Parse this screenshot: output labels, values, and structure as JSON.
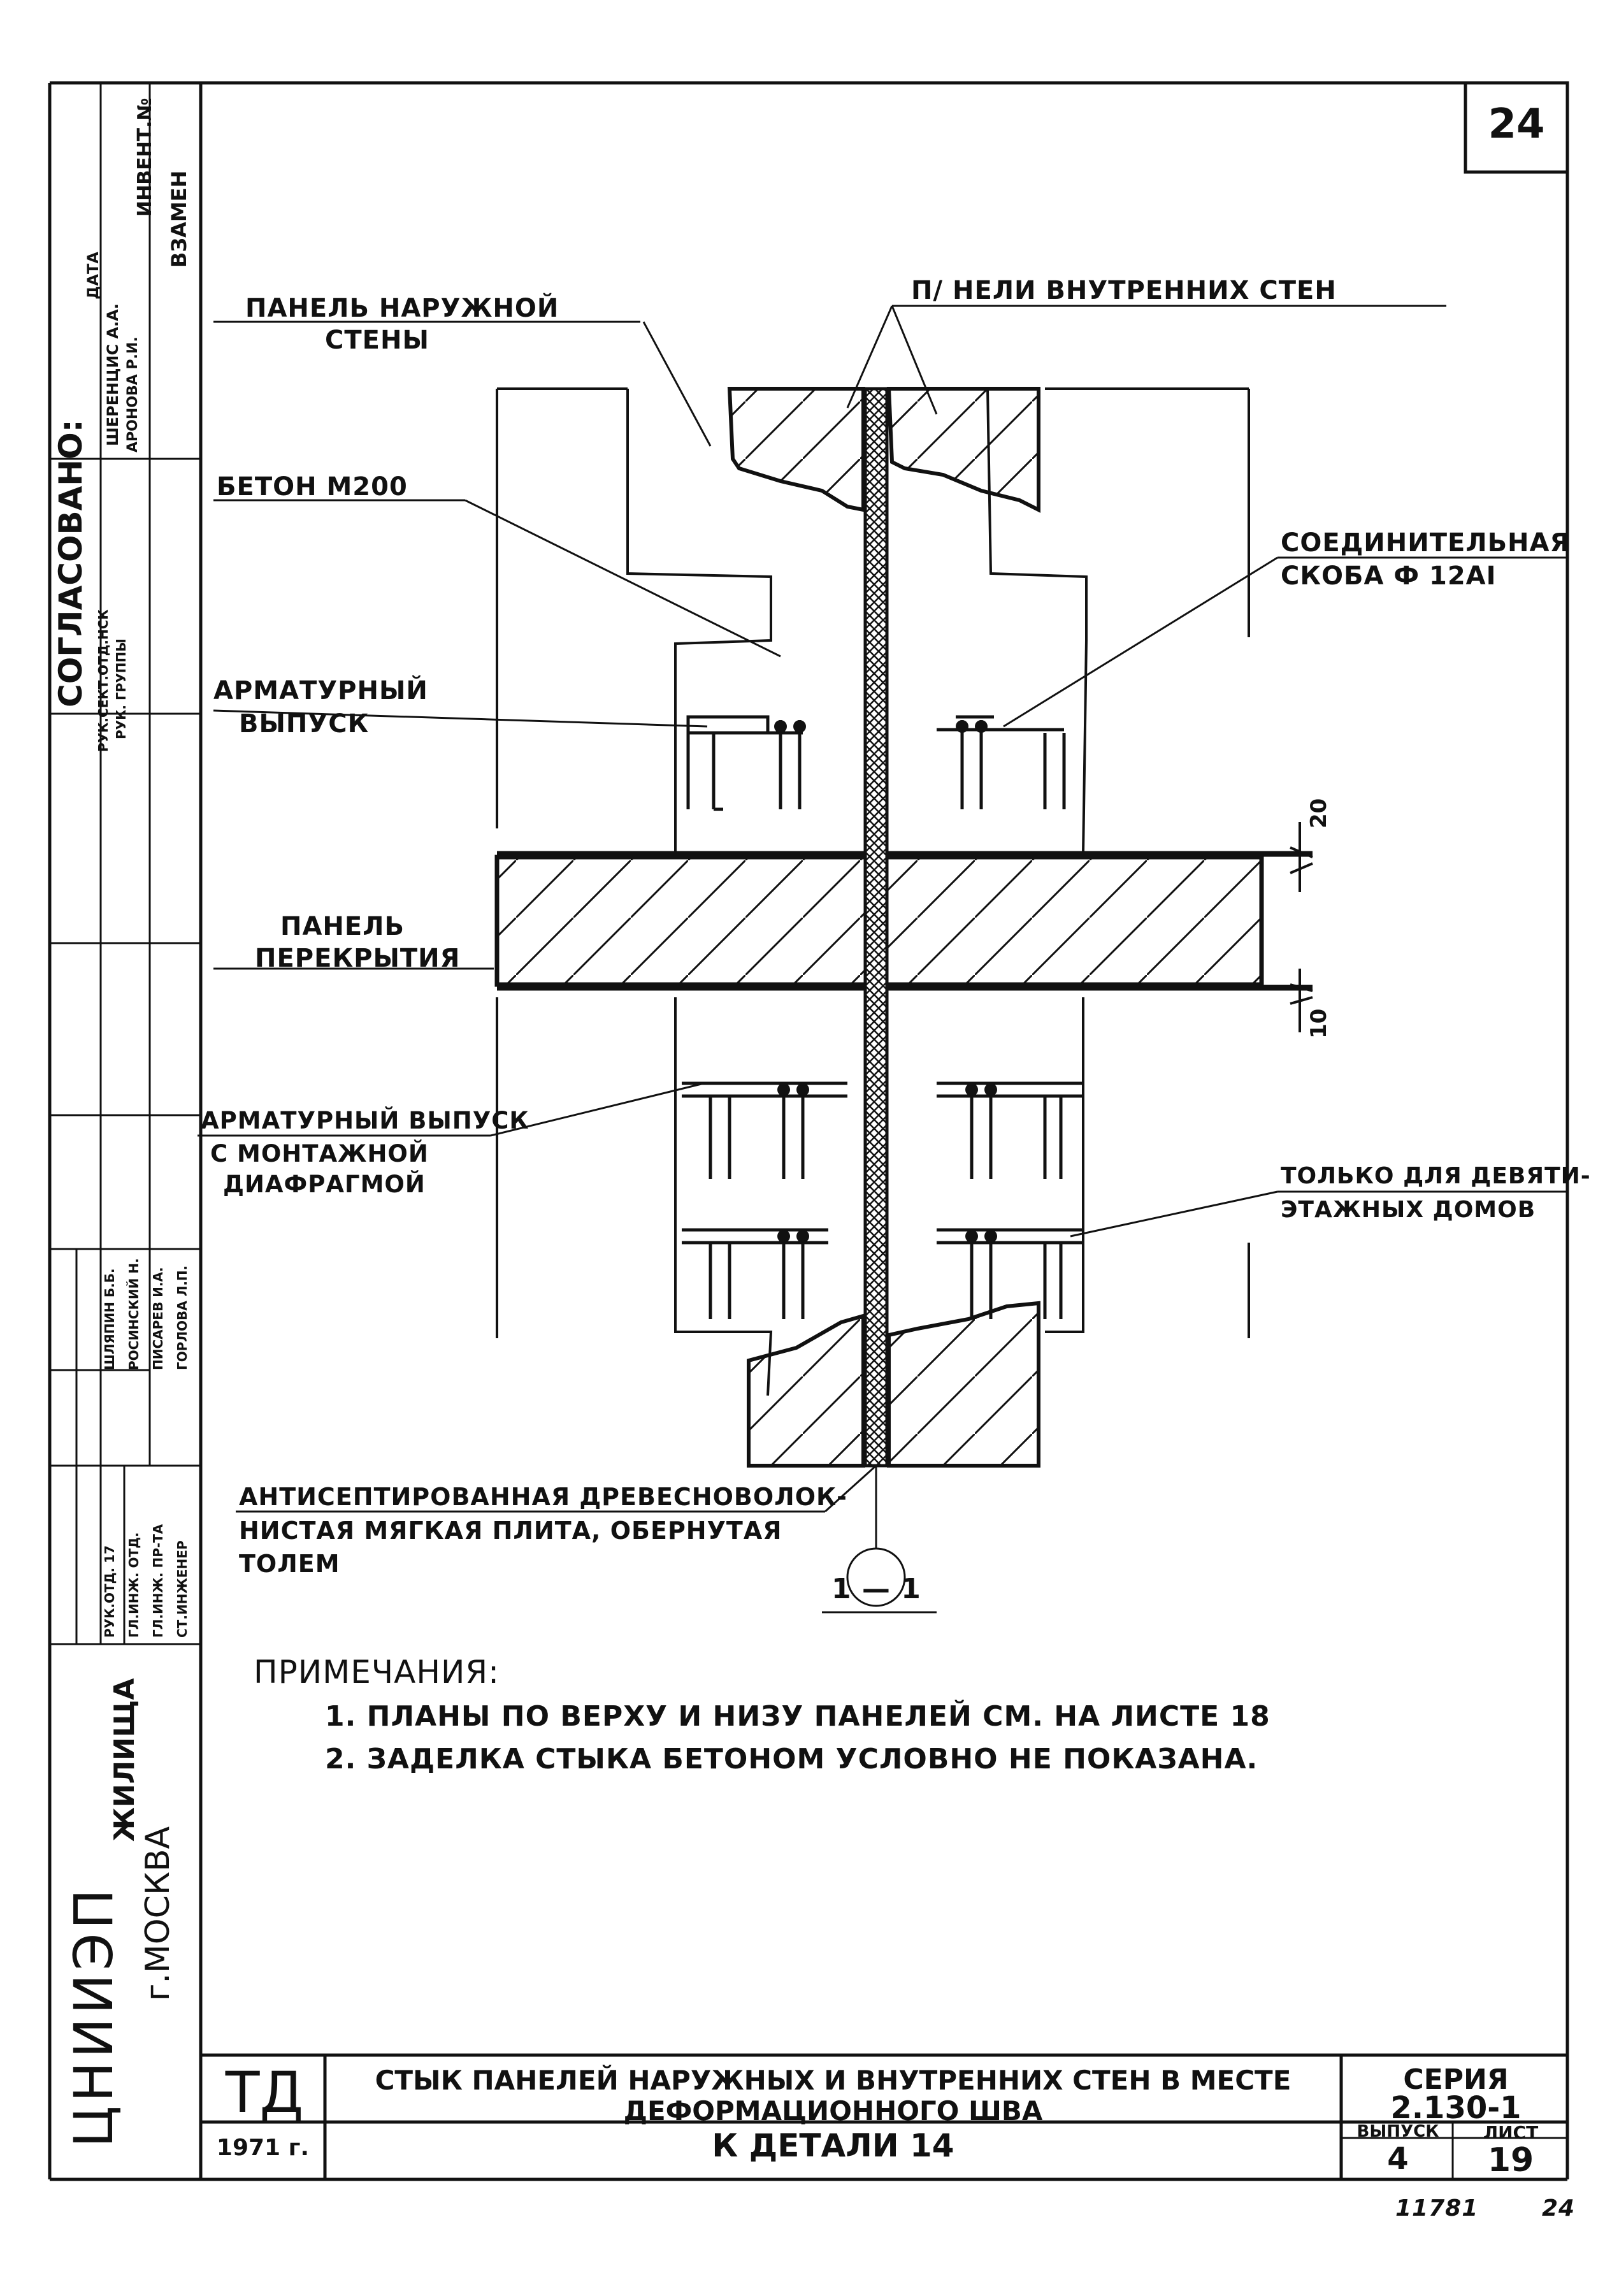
{
  "sheet_number": "24",
  "side_block": {
    "agreed_title": "СОГЛАСОВАНО:",
    "date_header": "ДАТА",
    "inv_header": "ИНВЕНТ.№",
    "replace_header": "ВЗАМЕН",
    "rows": [
      {
        "role": "РУК.СЕКТ.ОТД.НСК",
        "name": "ШЕРЕНЦИС А.А."
      },
      {
        "role": "РУК. ГРУППЫ",
        "name": "АРОНОВА Р.И."
      }
    ],
    "signatures": [
      {
        "role": "РУК.ОТД. 17",
        "name": "ШЛЯПИН Б.Б."
      },
      {
        "role": "ГЛ.ИНЖ. ОТД.",
        "name": "РОСИНСКИЙ Н."
      },
      {
        "role": "ГЛ.ИНЖ. ПР-ТА",
        "name": "ПИСАРЕВ И.А."
      },
      {
        "role": "СТ.ИНЖЕНЕР",
        "name": "ГОРЛОВА Л.П."
      }
    ],
    "org_name": "ЦНИИЭП",
    "org_sub": "ЖИЛИЩА",
    "city": "г.МОСКВА"
  },
  "labels": {
    "outer_panel": [
      "ПАНЕЛЬ НАРУЖНОЙ",
      "СТЕНЫ"
    ],
    "inner_panels": "П/ НЕЛИ ВНУТРЕННИХ СТЕН",
    "concrete": "БЕТОН М200",
    "bracket": [
      "СОЕДИНИТЕЛЬНАЯ",
      "СКОБА Ф 12АI"
    ],
    "rebar": [
      "АРМАТУРНЫЙ",
      "ВЫПУСК"
    ],
    "floor_panel": [
      "ПАНЕЛЬ",
      "ПЕРЕКРЫТИЯ"
    ],
    "rebar_diaphragm": [
      "АРМАТУРНЫЙ ВЫПУСК",
      "С МОНТАЖНОЙ",
      "ДИАФРАГМОЙ"
    ],
    "nine_storey": [
      "ТОЛЬКО ДЛЯ ДЕВЯТИ-",
      "ЭТАЖНЫХ ДОМОВ"
    ],
    "fiberboard": [
      "АНТИСЕПТИРОВАННАЯ ДРЕВЕСНОВОЛОК-",
      "НИСТАЯ МЯГКАЯ ПЛИТА, ОБЕРНУТАЯ",
      "ТОЛЕМ"
    ],
    "dim_top": "20",
    "dim_bottom": "10",
    "section": "1 — 1"
  },
  "notes": {
    "title": "ПРИМЕЧАНИЯ:",
    "items": [
      "1. ПЛАНЫ ПО ВЕРХУ И НИЗУ ПАНЕЛЕЙ СМ. НА ЛИСТЕ 18",
      "2. ЗАДЕЛКА СТЫКА БЕТОНОМ  УСЛОВНО НЕ ПОКАЗАНА."
    ]
  },
  "title_block": {
    "code": "ТД",
    "title_line1": "СТЫК ПАНЕЛЕЙ  НАРУЖНЫХ И ВНУТРЕННИХ СТЕН  В МЕСТЕ",
    "title_line2": "ДЕФОРМАЦИОННОГО ШВА",
    "year": "1971 г.",
    "detail": "К ДЕТАЛИ 14",
    "series_label": "СЕРИЯ",
    "series_value": "2.130-1",
    "issue_label": "ВЫПУСК",
    "issue_value": "4",
    "sheet_label": "ЛИСТ",
    "sheet_value": "19"
  },
  "bottom_marks": [
    "11781",
    "24"
  ]
}
